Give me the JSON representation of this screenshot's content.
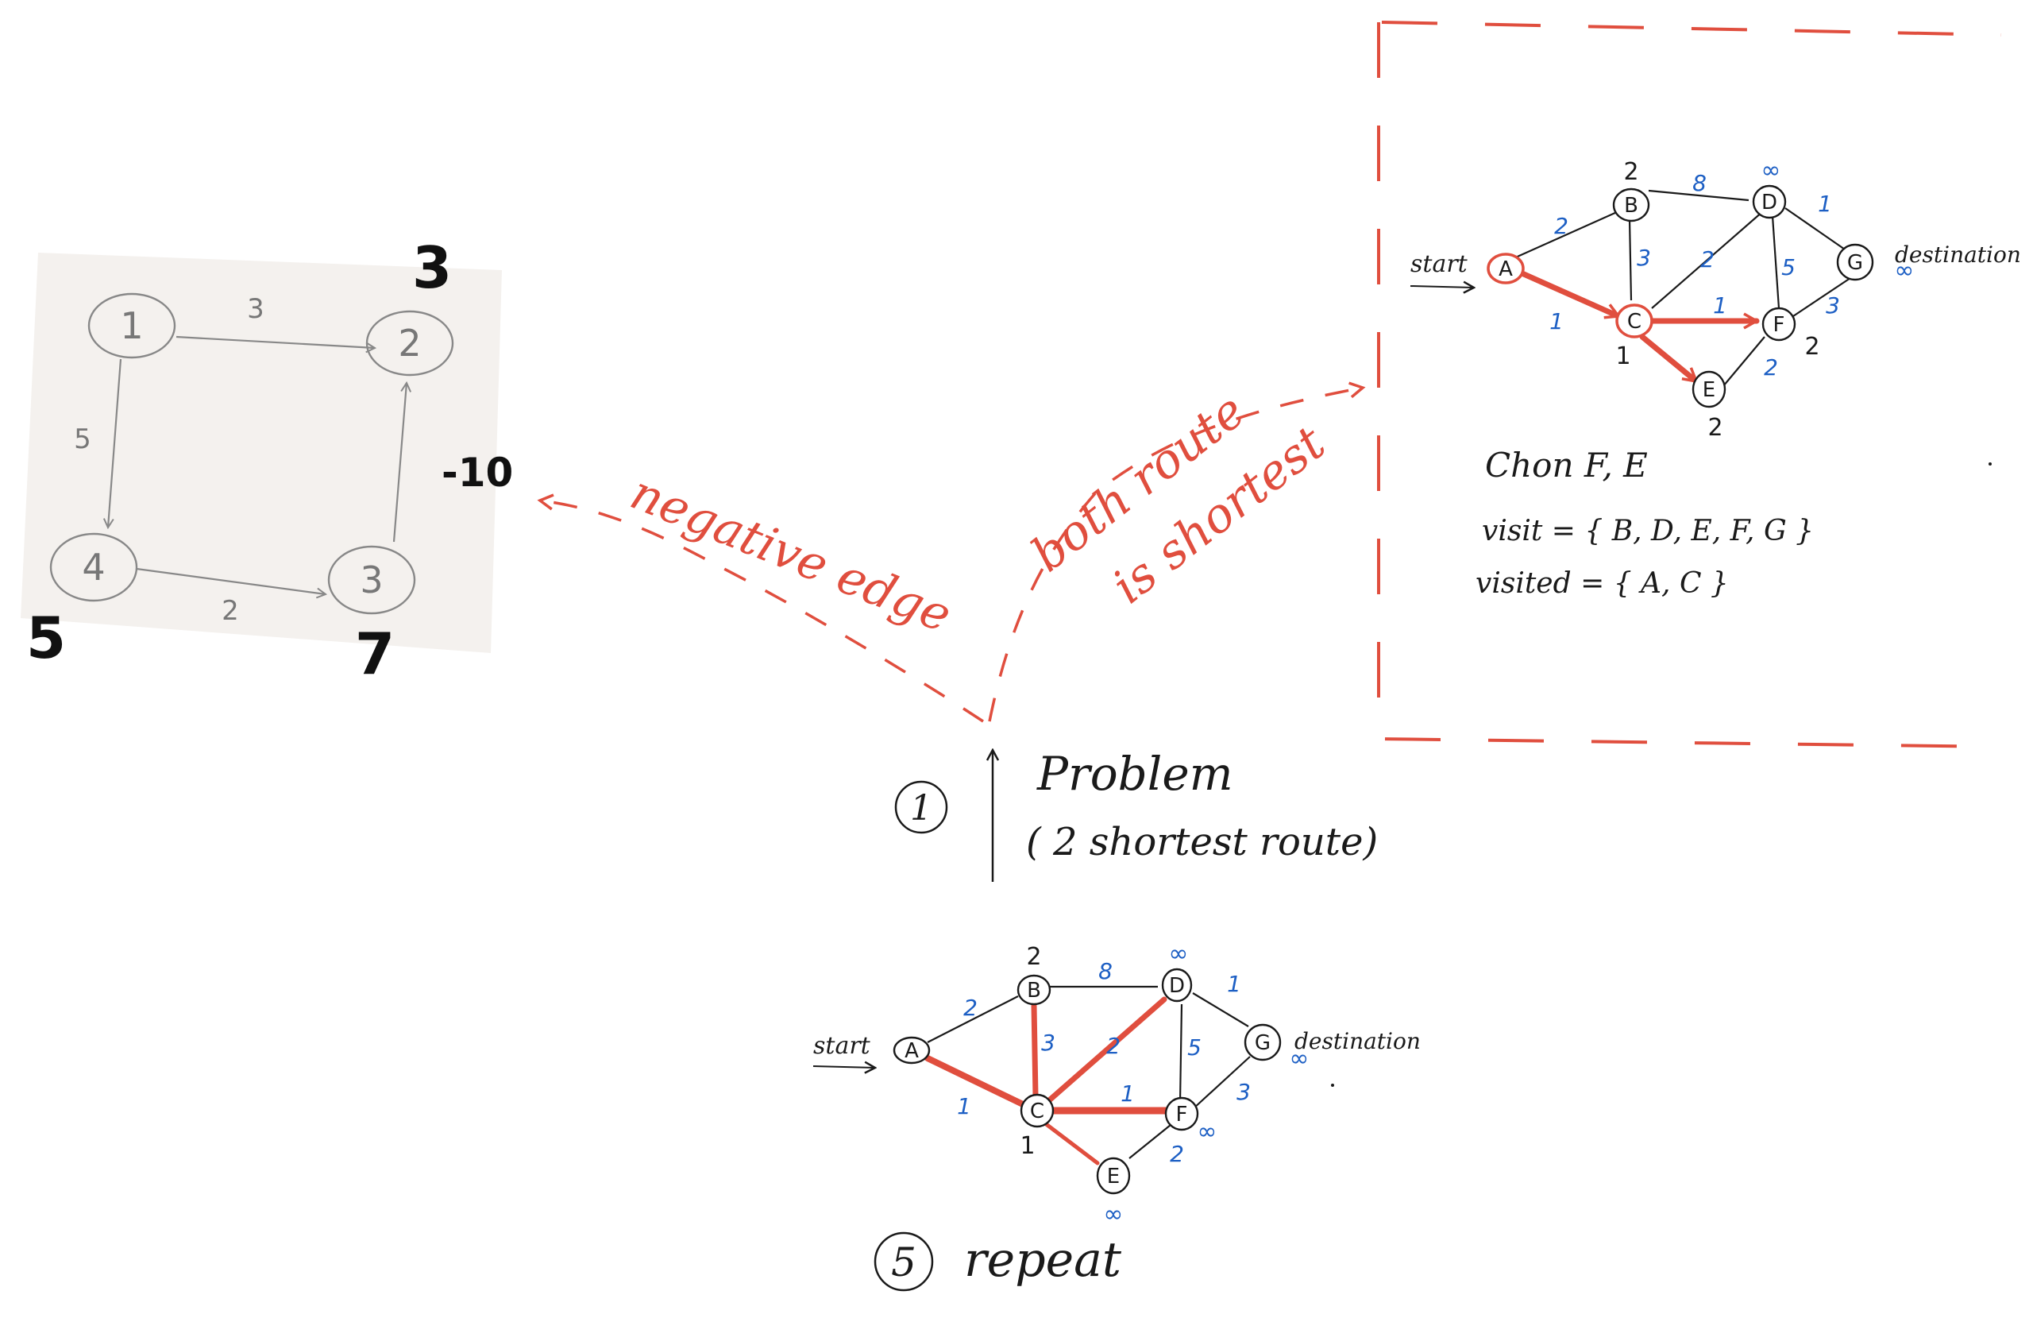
{
  "colors": {
    "ink": "#1a1a1a",
    "red": "#e04e3e",
    "blue": "#1d5fc4",
    "photo_bg": "#f4f1ee",
    "photo_ink": "#777777"
  },
  "photo_graph": {
    "nodes": [
      "1",
      "2",
      "4",
      "3"
    ],
    "edges": [
      "3",
      "5",
      "2",
      "-10"
    ],
    "node_values": [
      "3",
      "5",
      "7"
    ]
  },
  "annotations": {
    "negative_edge": "negative edge",
    "both_route": "both route",
    "is_shortest": "is shortest"
  },
  "problem": {
    "number": "1",
    "title": "Problem",
    "subtitle": "( 2 shortest route)"
  },
  "repeat": {
    "number": "5",
    "label": "repeat"
  },
  "graph_common": {
    "start_label": "start",
    "destination_label": "destination",
    "edges": [
      "2",
      "8",
      "1",
      "3",
      "2",
      "5",
      "1",
      "1",
      "3",
      "2"
    ]
  },
  "graph_top": {
    "nodes": [
      "A",
      "B",
      "C",
      "D",
      "E",
      "F",
      "G"
    ],
    "dist": [
      "2",
      "∞",
      "1",
      "2",
      "2",
      "∞"
    ],
    "notes": [
      "Chon F, E",
      "visit = { B, D, E, F, G }",
      "visited = { A, C }"
    ]
  },
  "graph_bottom": {
    "nodes": [
      "A",
      "B",
      "C",
      "D",
      "E",
      "F",
      "G"
    ],
    "dist": [
      "2",
      "∞",
      "1",
      "∞",
      "∞",
      "∞"
    ]
  }
}
